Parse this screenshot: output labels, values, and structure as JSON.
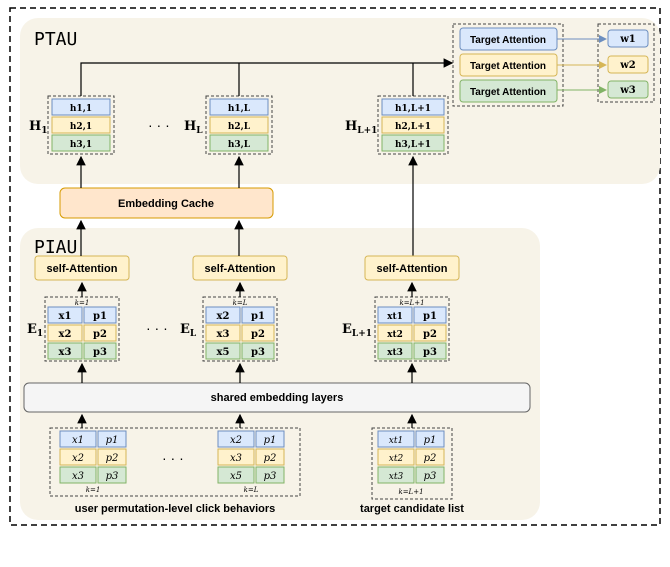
{
  "colors": {
    "blue_fill": "#dae8fc",
    "blue_stroke": "#6c8ebf",
    "yellow_fill": "#fff2cc",
    "yellow_stroke": "#d6b656",
    "green_fill": "#d5e8d4",
    "green_stroke": "#82b366",
    "orange_fill": "#ffe6cc",
    "orange_stroke": "#d79b00",
    "panel_fill": "#f7f3e8",
    "bar_fill": "#f5f5f5"
  },
  "ptau": {
    "title": "PTAU",
    "H1": {
      "label": "H",
      "sub": "1",
      "rows": [
        "h1,1",
        "h2,1",
        "h3,1"
      ]
    },
    "HL": {
      "label": "H",
      "sub": "L",
      "rows": [
        "h1,L",
        "h2,L",
        "h3,L"
      ]
    },
    "HL1": {
      "label": "H",
      "sub": "L+1",
      "rows": [
        "h1,L+1",
        "h2,L+1",
        "h3,L+1"
      ]
    },
    "dots": "· · ·",
    "target_attention": [
      "Target Attention",
      "Target Attention",
      "Target Attention"
    ],
    "weights": [
      "w1",
      "w2",
      "w3"
    ]
  },
  "embedding_cache": "Embedding Cache",
  "piau": {
    "title": "PIAU",
    "self_attention": [
      "self-Attention",
      "self-Attention",
      "self-Attention"
    ],
    "E1": {
      "label": "E",
      "sub": "1",
      "k": "k=1",
      "rows": [
        [
          "x1",
          "p1"
        ],
        [
          "x2",
          "p2"
        ],
        [
          "x3",
          "p3"
        ]
      ]
    },
    "EL": {
      "label": "E",
      "sub": "L",
      "k": "k=L",
      "rows": [
        [
          "x2",
          "p1"
        ],
        [
          "x3",
          "p2"
        ],
        [
          "x5",
          "p3"
        ]
      ]
    },
    "EL1": {
      "label": "E",
      "sub": "L+1",
      "k": "k=L+1",
      "rows": [
        [
          "xt1",
          "p1"
        ],
        [
          "xt2",
          "p2"
        ],
        [
          "xt3",
          "p3"
        ]
      ]
    },
    "dots": "· · ·",
    "shared_embedding": "shared embedding layers",
    "inputs": {
      "g1": {
        "k": "k=1",
        "rows": [
          [
            "x1",
            "p1"
          ],
          [
            "x2",
            "p2"
          ],
          [
            "x3",
            "p3"
          ]
        ]
      },
      "gL": {
        "k": "k=L",
        "rows": [
          [
            "x2",
            "p1"
          ],
          [
            "x3",
            "p2"
          ],
          [
            "x5",
            "p3"
          ]
        ]
      },
      "gT": {
        "k": "k=L+1",
        "rows": [
          [
            "xt1",
            "p1"
          ],
          [
            "xt2",
            "p2"
          ],
          [
            "xt3",
            "p3"
          ]
        ]
      },
      "dots": "· · ·"
    },
    "caption_left": "user permutation-level click behaviors",
    "caption_right": "target candidate list"
  }
}
